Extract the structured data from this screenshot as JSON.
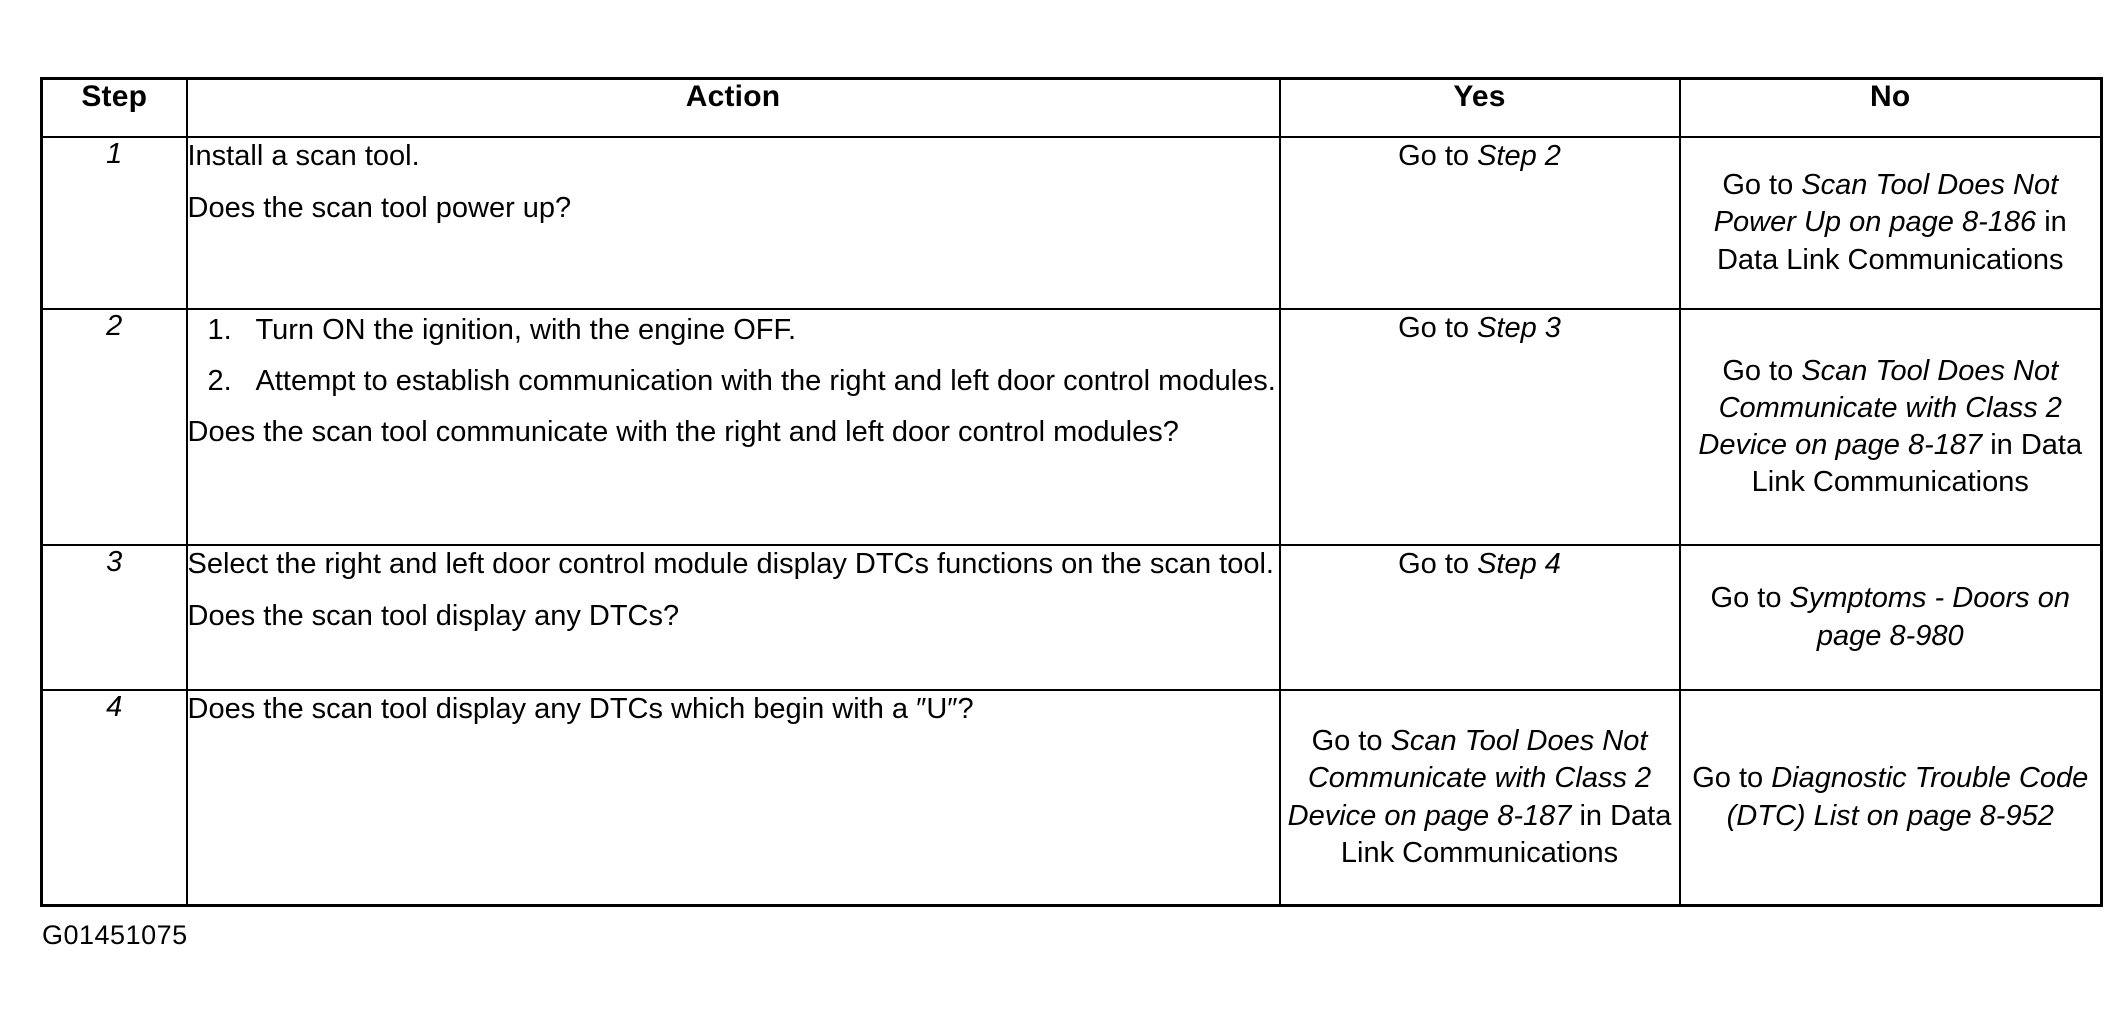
{
  "figure_id": "G01451075",
  "table": {
    "headers": {
      "step": "Step",
      "action": "Action",
      "yes": "Yes",
      "no": "No"
    },
    "rows": [
      {
        "step": "1",
        "action": {
          "paragraphs": [
            "Install a scan tool.",
            "Does the scan tool power up?"
          ],
          "list": []
        },
        "yes": {
          "segments": [
            {
              "text": "Go to ",
              "italic": false
            },
            {
              "text": "Step 2",
              "italic": true
            }
          ]
        },
        "no": {
          "segments": [
            {
              "text": "Go to ",
              "italic": false
            },
            {
              "text": "Scan Tool Does Not Power Up on page 8-186",
              "italic": true
            },
            {
              "text": " in Data Link Communications",
              "italic": false
            }
          ]
        }
      },
      {
        "step": "2",
        "action": {
          "paragraphs": [
            "Does the scan tool communicate with the right and left door control modules?"
          ],
          "list": [
            "Turn ON the ignition, with the engine OFF.",
            "Attempt to establish communication with the right and left door control modules."
          ]
        },
        "yes": {
          "segments": [
            {
              "text": "Go to ",
              "italic": false
            },
            {
              "text": "Step 3",
              "italic": true
            }
          ]
        },
        "no": {
          "segments": [
            {
              "text": "Go to ",
              "italic": false
            },
            {
              "text": "Scan Tool Does Not Communicate with Class 2 Device on page 8-187",
              "italic": true
            },
            {
              "text": " in Data Link Communications",
              "italic": false
            }
          ]
        }
      },
      {
        "step": "3",
        "action": {
          "paragraphs": [
            "Select the right and left door control module display DTCs functions on the scan tool.",
            "Does the scan tool display any DTCs?"
          ],
          "list": []
        },
        "yes": {
          "segments": [
            {
              "text": "Go to ",
              "italic": false
            },
            {
              "text": "Step 4",
              "italic": true
            }
          ]
        },
        "no": {
          "segments": [
            {
              "text": "Go to ",
              "italic": false
            },
            {
              "text": "Symptoms - Doors on page 8-980",
              "italic": true
            }
          ]
        }
      },
      {
        "step": "4",
        "action": {
          "paragraphs": [
            "Does the scan tool display any DTCs which begin with a ″U″?"
          ],
          "list": []
        },
        "yes": {
          "segments": [
            {
              "text": "Go to ",
              "italic": false
            },
            {
              "text": "Scan Tool Does Not Communicate with Class 2 Device on page 8-187",
              "italic": true
            },
            {
              "text": " in Data Link Communications",
              "italic": false
            }
          ]
        },
        "no": {
          "segments": [
            {
              "text": "Go to ",
              "italic": false
            },
            {
              "text": "Diagnostic Trouble Code (DTC) List on page 8-952",
              "italic": true
            }
          ]
        }
      }
    ]
  }
}
